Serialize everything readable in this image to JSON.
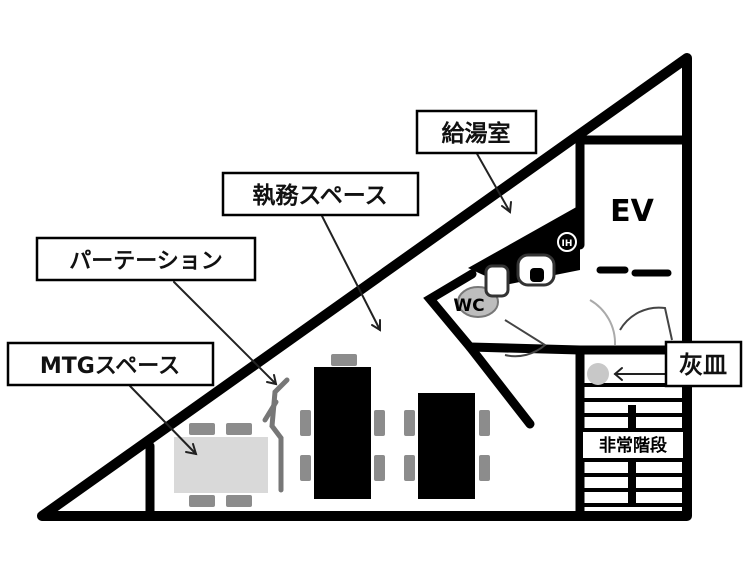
{
  "floor_plan": {
    "labels": {
      "kitchenette": "給湯室",
      "work_space": "執務スペース",
      "partition": "パーテーション",
      "meeting_space": "MTGスペース",
      "elevator": "EV",
      "ashtray": "灰皿",
      "toilet": "WC",
      "emergency_stairs": "非常階段",
      "induction_hob": "IH"
    },
    "colors": {
      "wall": "#000000",
      "furniture_dark": "#000000",
      "chair": "#8c8c8c",
      "meeting_table": "#d9d9d9",
      "ashtray_fill": "#c8c8c8",
      "background": "#ffffff"
    }
  }
}
